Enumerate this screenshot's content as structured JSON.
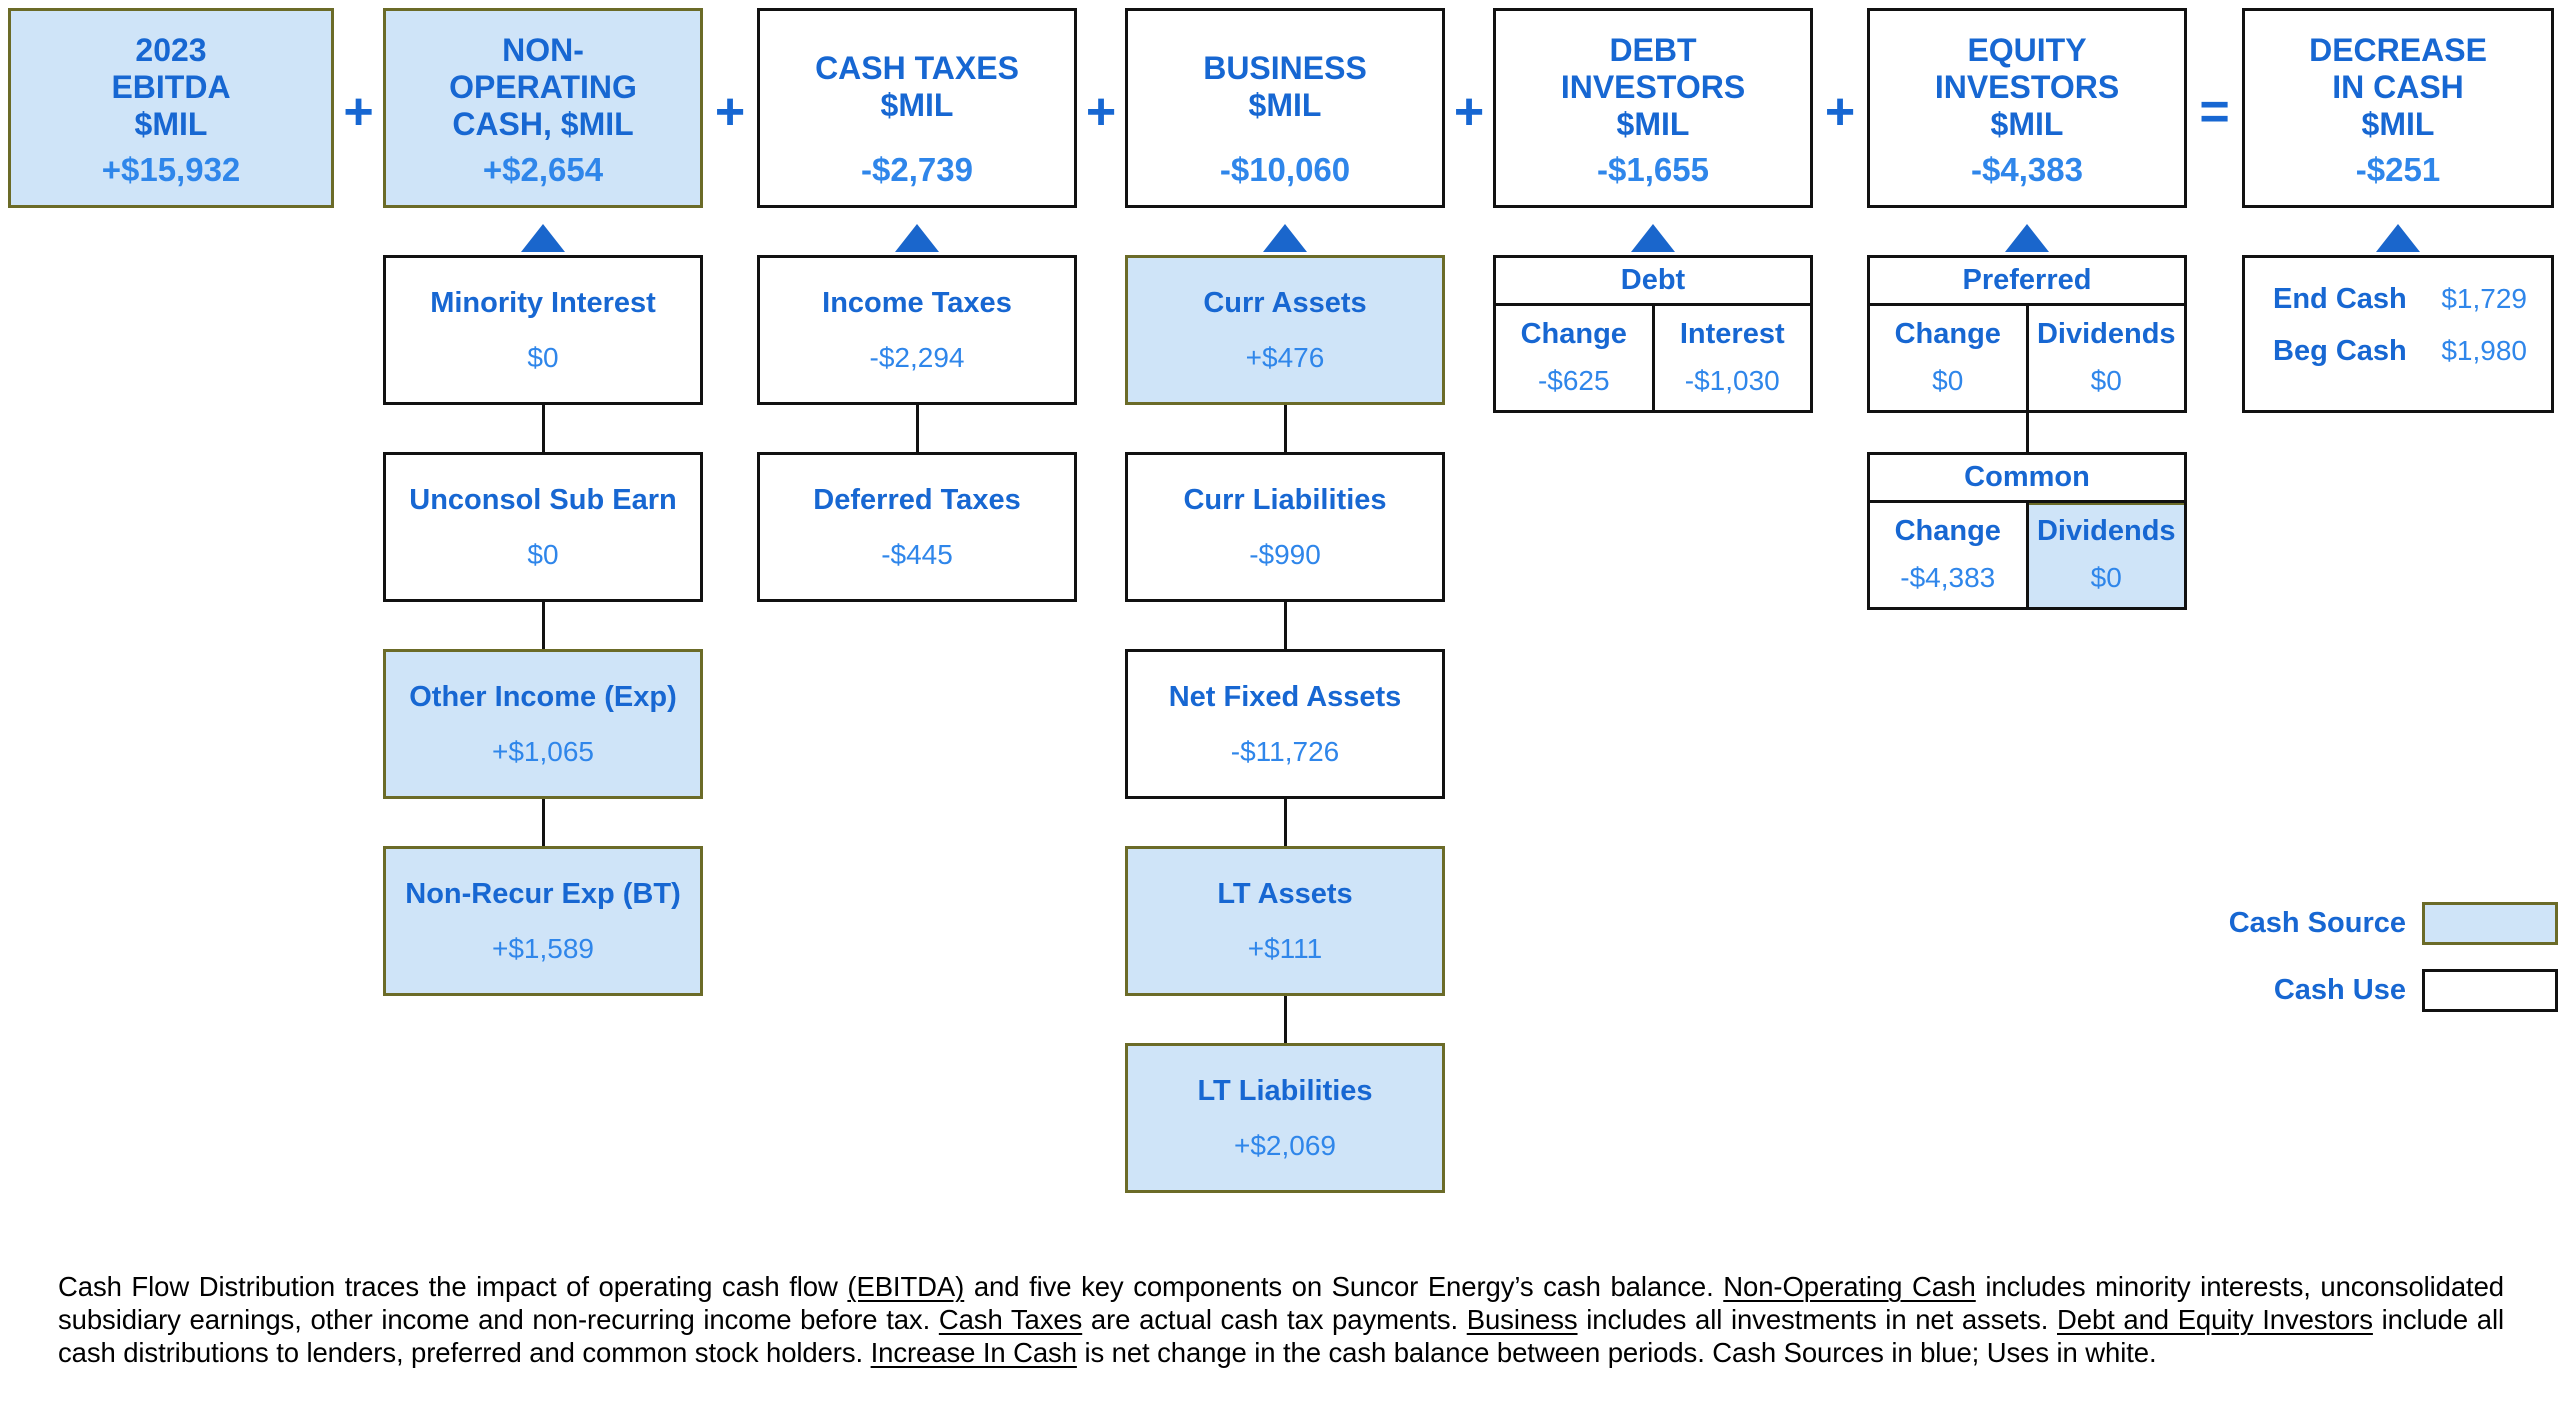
{
  "palette": {
    "source_fill": "#cfe4f8",
    "source_border": "#6b6b28",
    "use_border": "#111111",
    "label_blue": "#1767d2",
    "value_blue": "#2f86ea",
    "arrow_blue": "#1a66cc"
  },
  "operators": [
    "+",
    "+",
    "+",
    "+",
    "+",
    "="
  ],
  "top_row": [
    {
      "title_lines": [
        "2023",
        "EBITDA",
        "$MIL"
      ],
      "value": "+$15,932",
      "fill": "source",
      "arrow": false
    },
    {
      "title_lines": [
        "NON-",
        "OPERATING",
        "CASH, $MIL"
      ],
      "value": "+$2,654",
      "fill": "source",
      "arrow": true
    },
    {
      "title_lines": [
        "CASH TAXES",
        "$MIL"
      ],
      "value": "-$2,739",
      "fill": "use",
      "arrow": true
    },
    {
      "title_lines": [
        "BUSINESS",
        "$MIL"
      ],
      "value": "-$10,060",
      "fill": "use",
      "arrow": true
    },
    {
      "title_lines": [
        "DEBT",
        "INVESTORS",
        "$MIL"
      ],
      "value": "-$1,655",
      "fill": "use",
      "arrow": true
    },
    {
      "title_lines": [
        "EQUITY",
        "INVESTORS",
        "$MIL"
      ],
      "value": "-$4,383",
      "fill": "use",
      "arrow": true
    },
    {
      "title_lines": [
        "DECREASE",
        "IN CASH",
        "$MIL"
      ],
      "value": "-$251",
      "fill": "use",
      "arrow": true
    }
  ],
  "columns": [
    {
      "col": 1,
      "boxes": [
        {
          "label": "Minority Interest",
          "value": "$0",
          "fill": "use"
        },
        {
          "label": "Unconsol Sub Earn",
          "value": "$0",
          "fill": "use"
        },
        {
          "label": "Other Income (Exp)",
          "value": "+$1,065",
          "fill": "source"
        },
        {
          "label": "Non-Recur Exp (BT)",
          "value": "+$1,589",
          "fill": "source"
        }
      ]
    },
    {
      "col": 2,
      "boxes": [
        {
          "label": "Income Taxes",
          "value": "-$2,294",
          "fill": "use"
        },
        {
          "label": "Deferred Taxes",
          "value": "-$445",
          "fill": "use"
        }
      ]
    },
    {
      "col": 3,
      "boxes": [
        {
          "label": "Curr Assets",
          "value": "+$476",
          "fill": "source"
        },
        {
          "label": "Curr Liabilities",
          "value": "-$990",
          "fill": "use"
        },
        {
          "label": "Net Fixed Assets",
          "value": "-$11,726",
          "fill": "use"
        },
        {
          "label": "LT Assets",
          "value": "+$111",
          "fill": "source"
        },
        {
          "label": "LT Liabilities",
          "value": "+$2,069",
          "fill": "source"
        }
      ]
    }
  ],
  "debt_table": {
    "title": "Debt",
    "cells": [
      {
        "label": "Change",
        "value": "-$625",
        "fill": "use"
      },
      {
        "label": "Interest",
        "value": "-$1,030",
        "fill": "use"
      }
    ]
  },
  "preferred_table": {
    "title": "Preferred",
    "cells": [
      {
        "label": "Change",
        "value": "$0",
        "fill": "use"
      },
      {
        "label": "Dividends",
        "value": "$0",
        "fill": "use"
      }
    ]
  },
  "common_table": {
    "title": "Common",
    "cells": [
      {
        "label": "Change",
        "value": "-$4,383",
        "fill": "use"
      },
      {
        "label": "Dividends",
        "value": "$0",
        "fill": "source"
      }
    ]
  },
  "cash_summary": {
    "rows": [
      {
        "label": "End Cash",
        "value": "$1,729"
      },
      {
        "label": "Beg Cash",
        "value": "$1,980"
      }
    ]
  },
  "legend": [
    {
      "label": "Cash Source",
      "fill": "source"
    },
    {
      "label": "Cash Use",
      "fill": "use"
    }
  ],
  "footnote_segments": [
    {
      "text": "Cash Flow Distribution traces the impact of operating cash flow ",
      "u": false
    },
    {
      "text": "(EBITDA)",
      "u": true
    },
    {
      "text": " and five key components on Suncor Energy’s cash balance. ",
      "u": false
    },
    {
      "text": "Non-Operating Cash",
      "u": true
    },
    {
      "text": " includes minority interests, unconsolidated subsidiary earnings, other income and non-recurring income before tax. ",
      "u": false
    },
    {
      "text": "Cash Taxes",
      "u": true
    },
    {
      "text": " are actual cash tax payments. ",
      "u": false
    },
    {
      "text": "Business",
      "u": true
    },
    {
      "text": " includes all investments in net assets. ",
      "u": false
    },
    {
      "text": "Debt and Equity Investors",
      "u": true
    },
    {
      "text": " include all cash distributions to lenders, preferred and common stock holders. ",
      "u": false
    },
    {
      "text": "Increase In Cash",
      "u": true
    },
    {
      "text": " is net change in the cash balance between periods. Cash Sources in blue; Uses in white.",
      "u": false
    }
  ]
}
